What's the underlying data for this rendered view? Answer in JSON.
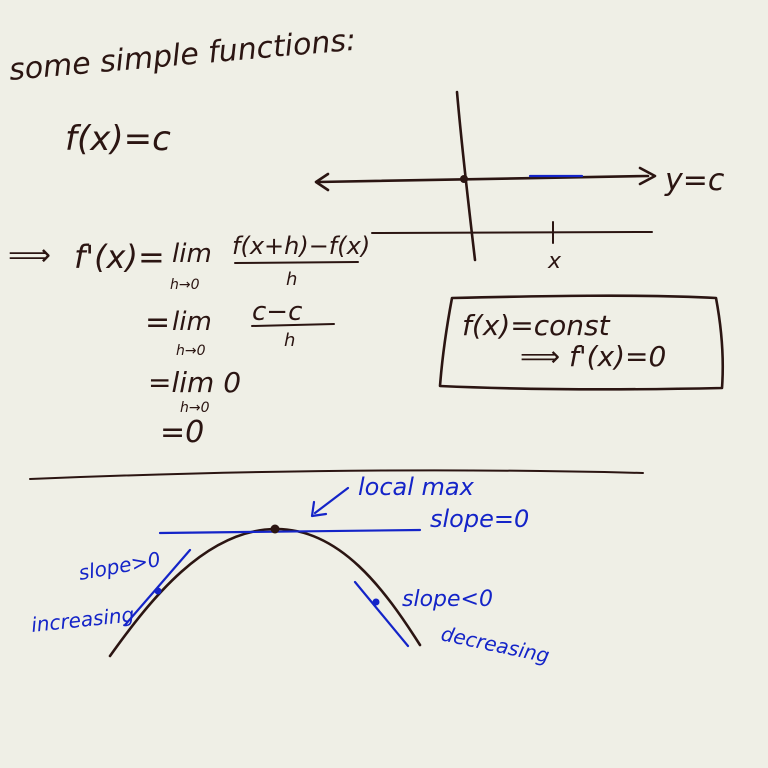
{
  "notes": {
    "heading": "some simple functions:",
    "definition": "f(x)=c",
    "graph_label_y": "y=c",
    "graph_label_x": "x",
    "derivation": {
      "implies": "⟹",
      "line1_lhs": "f'(x)=",
      "lim": "lim",
      "h_to_0": "h→0",
      "line1_num": "f(x+h)−f(x)",
      "line1_den": "h",
      "line2_prefix": "=",
      "line2_num": "c−c",
      "line2_den": "h",
      "line3": "=lim 0",
      "line4": "=0"
    },
    "box": {
      "line1": "f(x)=const",
      "line2": "⟹ f'(x)=0"
    },
    "bottom": {
      "local_max": "local max",
      "slope_zero": "slope=0",
      "slope_positive": "slope>0",
      "increasing": "increasing",
      "slope_negative": "slope<0",
      "decreasing": "decreasing"
    }
  }
}
